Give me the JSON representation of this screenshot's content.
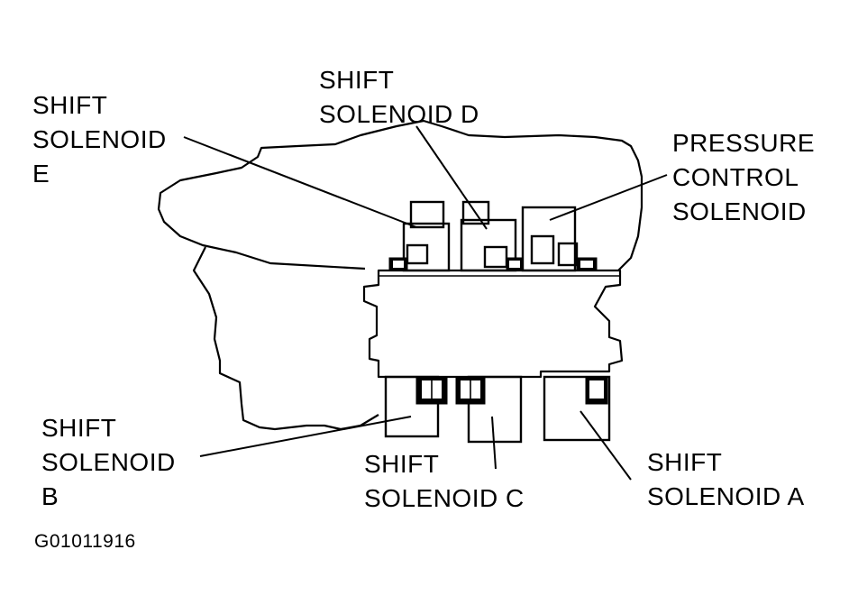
{
  "labels": {
    "shift_solenoid_e": [
      "SHIFT",
      "SOLENOID",
      "E"
    ],
    "shift_solenoid_d": [
      "SHIFT",
      "SOLENOID D"
    ],
    "pressure_control_solenoid": [
      "PRESSURE",
      "CONTROL",
      "SOLENOID"
    ],
    "shift_solenoid_b": [
      "SHIFT",
      "SOLENOID",
      "B"
    ],
    "shift_solenoid_c": [
      "SHIFT",
      "SOLENOID C"
    ],
    "shift_solenoid_a": [
      "SHIFT",
      "SOLENOID A"
    ]
  },
  "figure_id": "G01011916",
  "colors": {
    "ink": "#000000",
    "paper": "#ffffff"
  }
}
